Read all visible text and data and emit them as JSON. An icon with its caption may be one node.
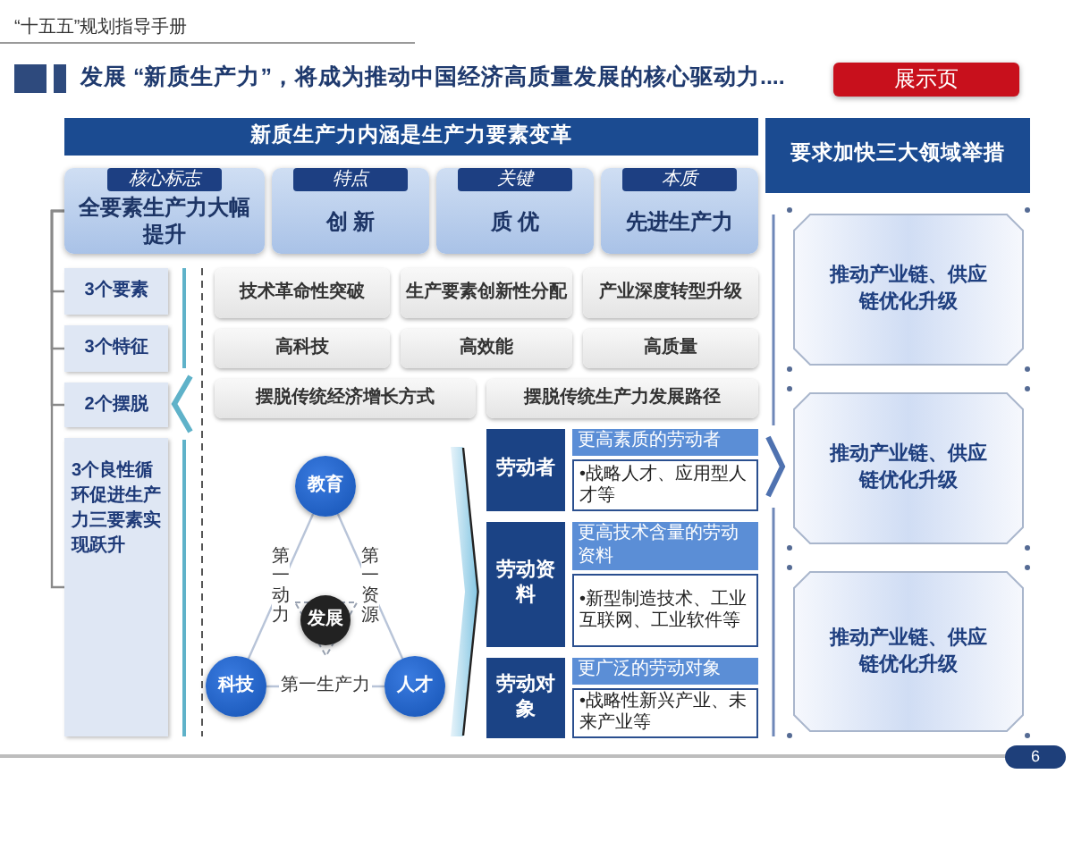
{
  "diagram": {
    "title": "发展 “新质生产力”，将成为推动中国经济高质量发展的核心驱动力....",
    "nodes": [
      {
        "text": [
          "展示页"
        ]
      },
      {
        "text": [
          "新质生产力内涵是生产力要素变革"
        ]
      },
      {
        "text": [
          "要求加快三大领域举措"
        ]
      },
      {
        "text": [
          "核心标志",
          "全要素生产力大幅提升"
        ]
      },
      {
        "text": [
          "特点",
          "创 新"
        ]
      },
      {
        "text": [
          "关键",
          "质 优"
        ]
      },
      {
        "text": [
          "本质",
          "先进生产力"
        ]
      },
      {
        "text": [
          "**3**个要素"
        ]
      },
      {
        "text": [
          "**3**个特征"
        ]
      },
      {
        "text": [
          "**2**个摆脱"
        ]
      },
      {
        "text": [
          "**3**个良性循环促进生产力三要素实现跃升"
        ]
      },
      {
        "text": [
          "技术革命性突破"
        ]
      },
      {
        "text": [
          "生产要素创新性分配"
        ]
      },
      {
        "text": [
          "产业深度转型升级"
        ]
      },
      {
        "text": [
          "高科技"
        ]
      },
      {
        "text": [
          "高效能"
        ]
      },
      {
        "text": [
          "高质量"
        ]
      },
      {
        "text": [
          "摆脱传统经济增长方式"
        ]
      },
      {
        "text": [
          "摆脱传统生产力发展路径"
        ]
      },
      {
        "text": [
          "教育"
        ]
      },
      {
        "text": [
          "科技"
        ]
      },
      {
        "text": [
          "人才"
        ]
      },
      {
        "text": [
          "发展"
        ]
      },
      {
        "text": [
          "劳动者"
        ]
      },
      {
        "text": [
          "更高素质的劳动者"
        ]
      },
      {
        "text": [
          "•战略人才、应用型人才等"
        ]
      },
      {
        "text": [
          "劳动资料"
        ]
      },
      {
        "text": [
          "更高技术含量的劳动资料"
        ]
      },
      {
        "text": [
          "•新型制造技术、工业互联网、工业软件等"
        ]
      },
      {
        "text": [
          "劳动对象"
        ]
      },
      {
        "text": [
          "更广泛的劳动对象"
        ]
      },
      {
        "text": [
          "•战略性新兴产业、未来产业等"
        ]
      },
      {
        "text": [
          "推动产业链、供应链优化升级"
        ]
      },
      {
        "text": [
          "推动产业链、供应链优化升级"
        ]
      },
      {
        "text": [
          "推动产业链、供应链优化升级"
        ]
      },
      {
        "text": [
          "6"
        ]
      }
    ],
    "edges": [
      {
        "from": 19,
        "to": 20,
        "arrow": "none",
        "label": "第一动力"
      },
      {
        "from": 19,
        "to": 21,
        "arrow": "none",
        "label": "第一资源"
      },
      {
        "from": 20,
        "to": 21,
        "arrow": "none",
        "label": "第一生产力"
      },
      {
        "from": 3,
        "to": 7,
        "arrow": "none"
      },
      {
        "from": 3,
        "to": 8,
        "arrow": "none"
      },
      {
        "from": 3,
        "to": 9,
        "arrow": "none"
      },
      {
        "from": 3,
        "to": 10,
        "arrow": "none"
      }
    ],
    "labels": [
      "“十五五”规划指导手册"
    ]
  }
}
